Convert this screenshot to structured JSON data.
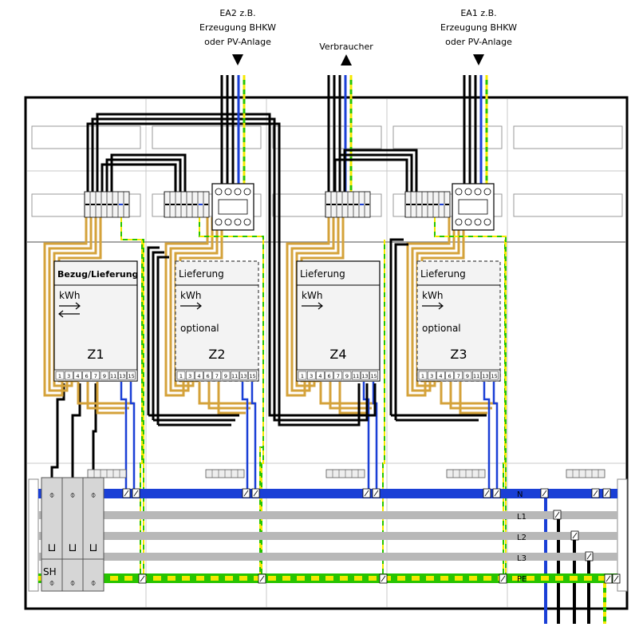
{
  "labels": {
    "ea2": [
      "EA2 z.B.",
      "Erzeugung BHKW",
      "oder PV-Anlage"
    ],
    "ea1": [
      "EA1 z.B.",
      "Erzeugung BHKW",
      "oder PV-Anlage"
    ],
    "verbraucher": "Verbraucher"
  },
  "meters": [
    {
      "id": "z1",
      "header": "Bezug/Lieferung",
      "unit": "kWh",
      "optional": "",
      "name": "Z1",
      "arrows": "both",
      "dashed": false
    },
    {
      "id": "z2",
      "header": "Lieferung",
      "unit": "kWh",
      "optional": "optional",
      "name": "Z2",
      "arrows": "right",
      "dashed": true
    },
    {
      "id": "z4",
      "header": "Lieferung",
      "unit": "kWh",
      "optional": "",
      "name": "Z4",
      "arrows": "right",
      "dashed": false
    },
    {
      "id": "z3",
      "header": "Lieferung",
      "unit": "kWh",
      "optional": "optional",
      "name": "Z3",
      "arrows": "right",
      "dashed": true
    }
  ],
  "terminals": [
    "1",
    "3",
    "4",
    "6",
    "7",
    "9",
    "11",
    "13",
    "15"
  ],
  "busbars": {
    "n": "N",
    "l1": "L1",
    "l2": "L2",
    "l3": "L3",
    "pe": "PE"
  },
  "breaker": {
    "label": "SH",
    "switch_symbol": "⊔",
    "screw_symbol": "⌽"
  },
  "colors": {
    "neutral": "#1a3fd6",
    "phase": "#000000",
    "meter_wire": "#d4a23a",
    "pe_green": "#27c400",
    "pe_yellow": "#f5e800",
    "busbar_grey": "#b8b8b8"
  }
}
